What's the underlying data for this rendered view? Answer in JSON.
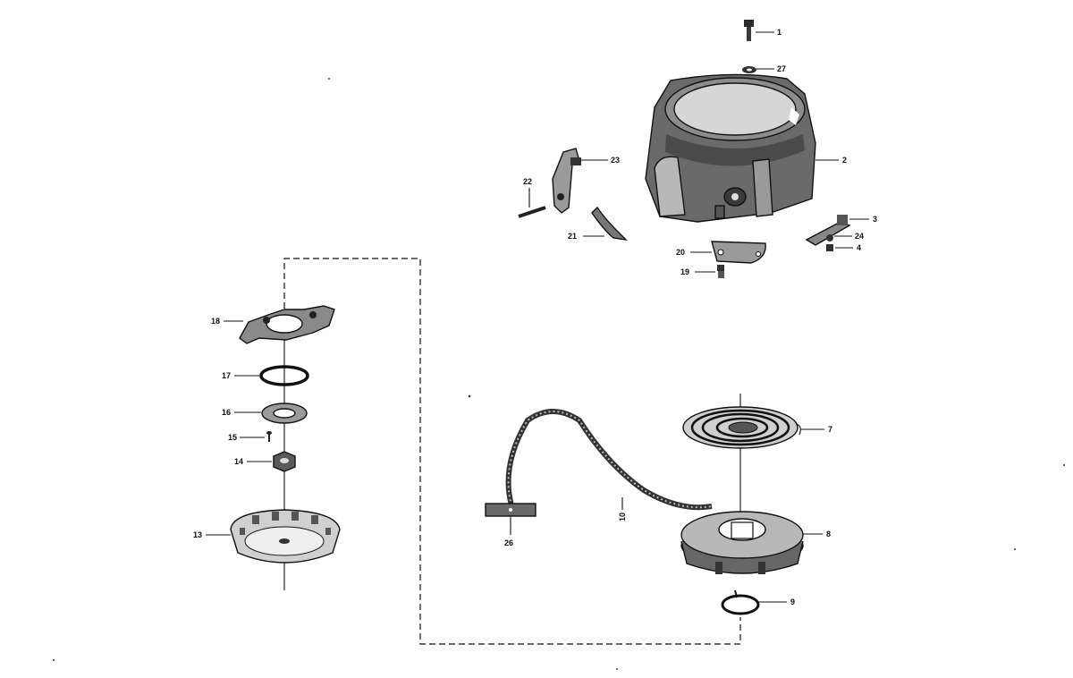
{
  "colors": {
    "ink": "#111111",
    "paper": "#ffffff",
    "mid": "#8a8a8a",
    "light": "#d8d8d8"
  },
  "labels": {
    "p1": "1",
    "p2": "2",
    "p3": "3",
    "p4": "4",
    "p7": "7",
    "p8": "8",
    "p9": "9",
    "p10": "10",
    "p13": "13",
    "p14": "14",
    "p15": "15",
    "p16": "16",
    "p17": "17",
    "p18": "18",
    "p19": "19",
    "p20": "20",
    "p21": "21",
    "p22": "22",
    "p23": "23",
    "p24": "24",
    "p26": "26",
    "p27": "27"
  }
}
